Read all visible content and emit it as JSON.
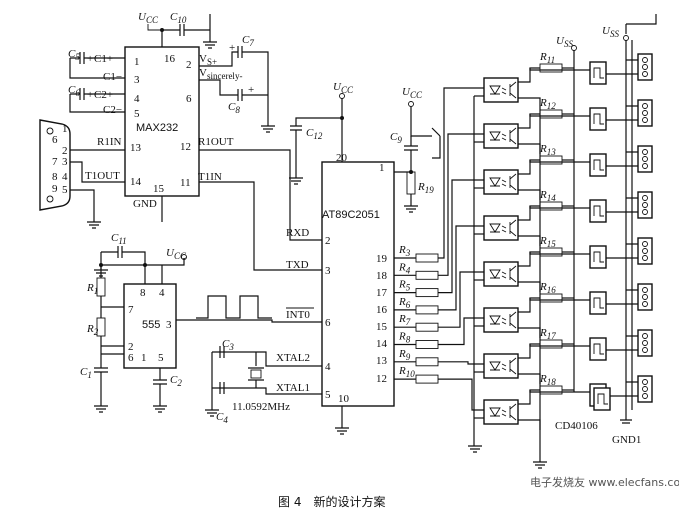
{
  "figure": {
    "caption": "图 4　新的设计方案"
  },
  "watermark": {
    "text": "电子发烧友 www.elecfans.com"
  },
  "supply": {
    "ucc": "U",
    "ucc_sub": "CC",
    "uss": "U",
    "uss_sub": "SS"
  },
  "ground": {
    "gnd": "GND",
    "gnd1": "GND1"
  },
  "max232": {
    "name": "MAX232",
    "pins": {
      "c1p": "C1+",
      "c1m": "C1−",
      "c2p": "C2+",
      "c2m": "C2−",
      "r1in": "R1IN",
      "t1out": "T1OUT",
      "r1out": "R1OUT",
      "t1in": "T1IN",
      "vp": "V",
      "vp_sub": "S+",
      "vm": "V",
      "vm_sub": "sincerely-",
      "gnd": "GND"
    },
    "pin_numbers": {
      "p1": "1",
      "p2": "2",
      "p3": "3",
      "p4": "4",
      "p5": "5",
      "p6": "6",
      "p11": "11",
      "p12": "12",
      "p13": "13",
      "p14": "14",
      "p15": "15",
      "p16": "16"
    }
  },
  "mcu": {
    "name": "AT89C2051",
    "pins": {
      "rxd": "RXD",
      "txd": "TXD",
      "int0": "INT0",
      "xtal2": "XTAL2",
      "xtal1": "XTAL1"
    },
    "pin_numbers": {
      "p1": "1",
      "p2": "2",
      "p3": "3",
      "p4": "4",
      "p5": "5",
      "p6": "6",
      "p10": "10",
      "p20": "20",
      "p19": "19",
      "p18": "18",
      "p17": "17",
      "p16": "16",
      "p15": "15",
      "p14": "14",
      "p13": "13",
      "p12": "12"
    }
  },
  "timer": {
    "name": "555",
    "pin_numbers": {
      "p2": "2",
      "p3": "3",
      "p4": "4",
      "p5": "5",
      "p6": "6",
      "p7": "7",
      "p8": "8",
      "p1": "1"
    }
  },
  "crystal": {
    "freq": "11.0592MHz"
  },
  "inverter": {
    "name": "CD40106"
  },
  "db9": {
    "pins": [
      "1",
      "6",
      "2",
      "7",
      "3",
      "8",
      "4",
      "9",
      "5"
    ]
  },
  "components": {
    "c1": "C",
    "c1_sub": "1",
    "c2": "C",
    "c2_sub": "2",
    "c3": "C",
    "c3_sub": "3",
    "c4": "C",
    "c4_sub": "4",
    "c5": "C",
    "c5_sub": "5",
    "c6": "C",
    "c6_sub": "6",
    "c7": "C",
    "c7_sub": "7",
    "c8": "C",
    "c8_sub": "8",
    "c9": "C",
    "c9_sub": "9",
    "c10": "C",
    "c10_sub": "10",
    "c11": "C",
    "c11_sub": "11",
    "c12": "C",
    "c12_sub": "12",
    "r1": "R",
    "r1_sub": "1",
    "r2": "R",
    "r2_sub": "2",
    "r19": "R",
    "r19_sub": "19",
    "plus": "+"
  },
  "resistor_bank": [
    {
      "r": "R",
      "sub": "3",
      "pin": "19",
      "rr": "R",
      "rsub": "11"
    },
    {
      "r": "R",
      "sub": "4",
      "pin": "18",
      "rr": "R",
      "rsub": "12"
    },
    {
      "r": "R",
      "sub": "5",
      "pin": "17",
      "rr": "R",
      "rsub": "13"
    },
    {
      "r": "R",
      "sub": "6",
      "pin": "16",
      "rr": "R",
      "rsub": "14"
    },
    {
      "r": "R",
      "sub": "7",
      "pin": "15",
      "rr": "R",
      "rsub": "15"
    },
    {
      "r": "R",
      "sub": "8",
      "pin": "14",
      "rr": "R",
      "rsub": "16"
    },
    {
      "r": "R",
      "sub": "9",
      "pin": "13",
      "rr": "R",
      "rsub": "17"
    },
    {
      "r": "R",
      "sub": "10",
      "pin": "12",
      "rr": "R",
      "rsub": "18"
    }
  ]
}
